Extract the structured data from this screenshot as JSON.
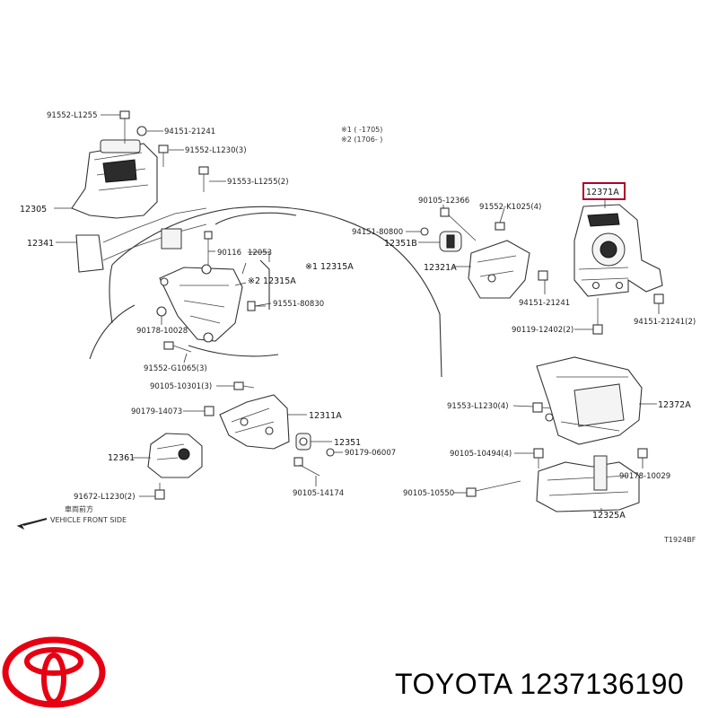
{
  "caption": "TOYOTA 1237136190",
  "brand_color": "#e60012",
  "highlight_color": "#b0002a",
  "notes": [
    "※1 (     -1705)",
    "※2 (1706-     )"
  ],
  "corner_code": "T1924BF",
  "vehicle_front_jp": "車両前方",
  "vehicle_front_en": "VEHICLE FRONT SIDE",
  "labels": {
    "l_91552_L1255": "91552-L1255",
    "l_94151_21241_a": "94151-21241",
    "l_91552_L1230_3": "91552-L1230(3)",
    "l_91553_L1255_2": "91553-L1255(2)",
    "l_12305": "12305",
    "l_12341": "12341",
    "l_90116": "90116",
    "l_12053": "12053",
    "l_12315A_1": "※1 12315A",
    "l_12315A_2": "※2 12315A",
    "l_91551_80830": "91551-80830",
    "l_90178_10028": "90178-10028",
    "l_91552_G1065_3": "91552-G1065(3)",
    "l_90105_10301_3": "90105-10301(3)",
    "l_90179_14073": "90179-14073",
    "l_12311A": "12311A",
    "l_12361": "12361",
    "l_12351": "12351",
    "l_90179_06007": "90179-06007",
    "l_91672_L1230_2": "91672-L1230(2)",
    "l_90105_14174": "90105-14174",
    "l_90105_12366": "90105-12366",
    "l_91552_K1025_4": "91552-K1025(4)",
    "l_94151_80800": "94151-80800",
    "l_12351B": "12351B",
    "l_12321A": "12321A",
    "l_94151_21241_b": "94151-21241",
    "l_90119_12402_2": "90119-12402(2)",
    "l_12371A": "12371A",
    "l_94151_21241_2": "94151-21241(2)",
    "l_91553_L1230_4": "91553-L1230(4)",
    "l_12372A": "12372A",
    "l_90105_10494_4": "90105-10494(4)",
    "l_90178_10029": "90178-10029",
    "l_90105_10550": "90105-10550",
    "l_12325A": "12325A"
  }
}
